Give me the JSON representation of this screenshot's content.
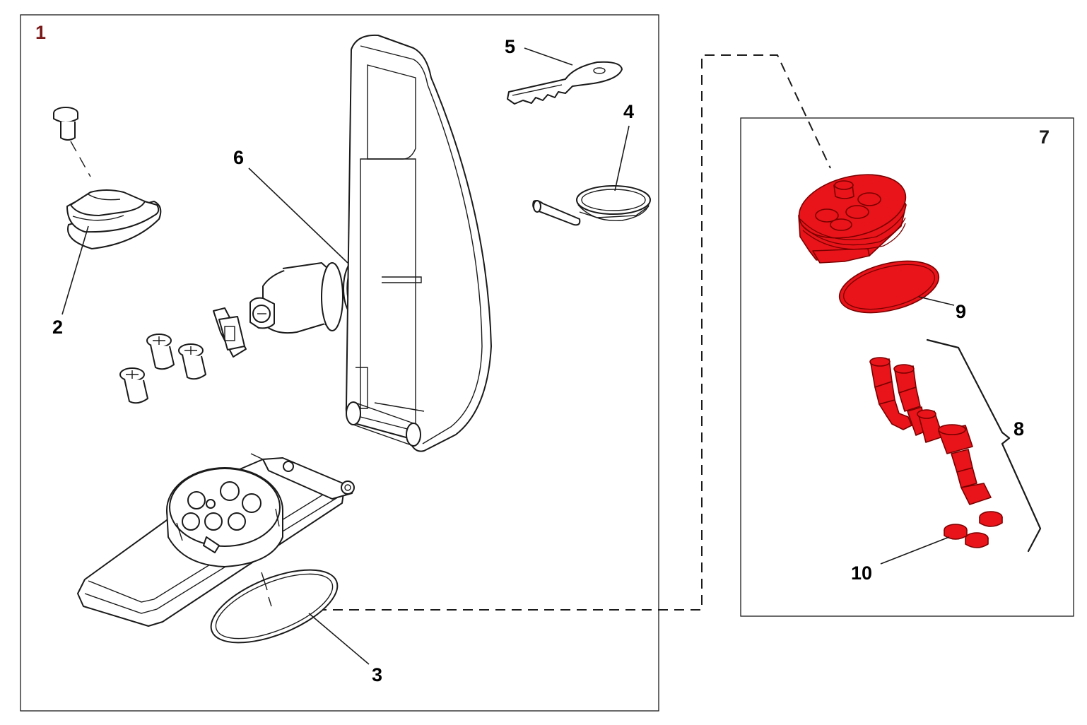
{
  "diagram": {
    "main_box_label": "1",
    "detail_box_label": "7",
    "callouts": {
      "c2": "2",
      "c3": "3",
      "c4": "4",
      "c5": "5",
      "c6": "6",
      "c8": "8",
      "c9": "9",
      "c10": "10"
    },
    "colors": {
      "highlight": "#e8141a",
      "main_box_label": "#7a1a1a",
      "line": "#1a1a1a"
    }
  }
}
